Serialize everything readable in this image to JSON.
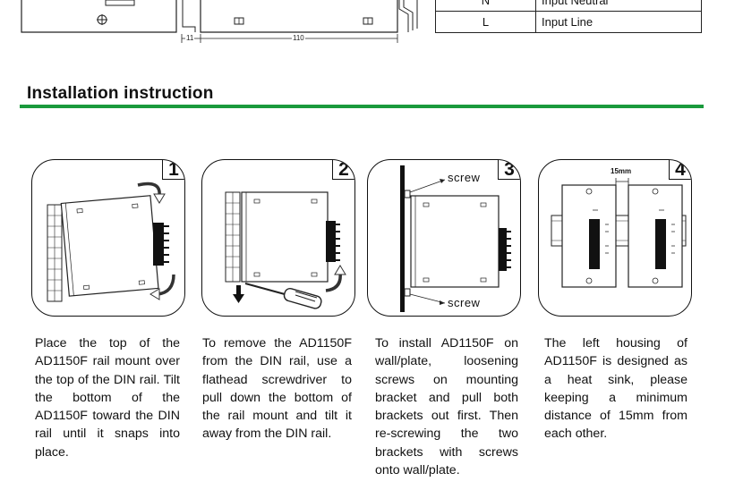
{
  "pin_table": {
    "rows": [
      {
        "pin": "N",
        "function": "Input Neutral"
      },
      {
        "pin": "L",
        "function": "Input Line"
      }
    ]
  },
  "drawing": {
    "dim_small": "11",
    "dim_large": "110"
  },
  "section": {
    "title": "Installation instruction"
  },
  "steps": [
    {
      "number": "1",
      "text": "Place the top of the AD1150F rail mount over the top of the DIN rail. Tilt the bottom of the AD1150F toward the DIN rail until it snaps into place."
    },
    {
      "number": "2",
      "text": "To remove the AD1150F from the DIN rail, use a flathead screwdriver to pull down the bottom of the rail mount and tilt it away from the DIN rail."
    },
    {
      "number": "3",
      "text": "To install AD1150F on wall/plate, loosening screws on mounting bracket and pull both brackets out first. Then re-screwing the two brackets with screws onto wall/plate.",
      "callout_top": "screw",
      "callout_bottom": "screw"
    },
    {
      "number": "4",
      "text": "The left housing of AD1150F is designed as a heat sink, please keeping a minimum distance of 15mm from each other.",
      "gap_label": "15mm"
    }
  ]
}
